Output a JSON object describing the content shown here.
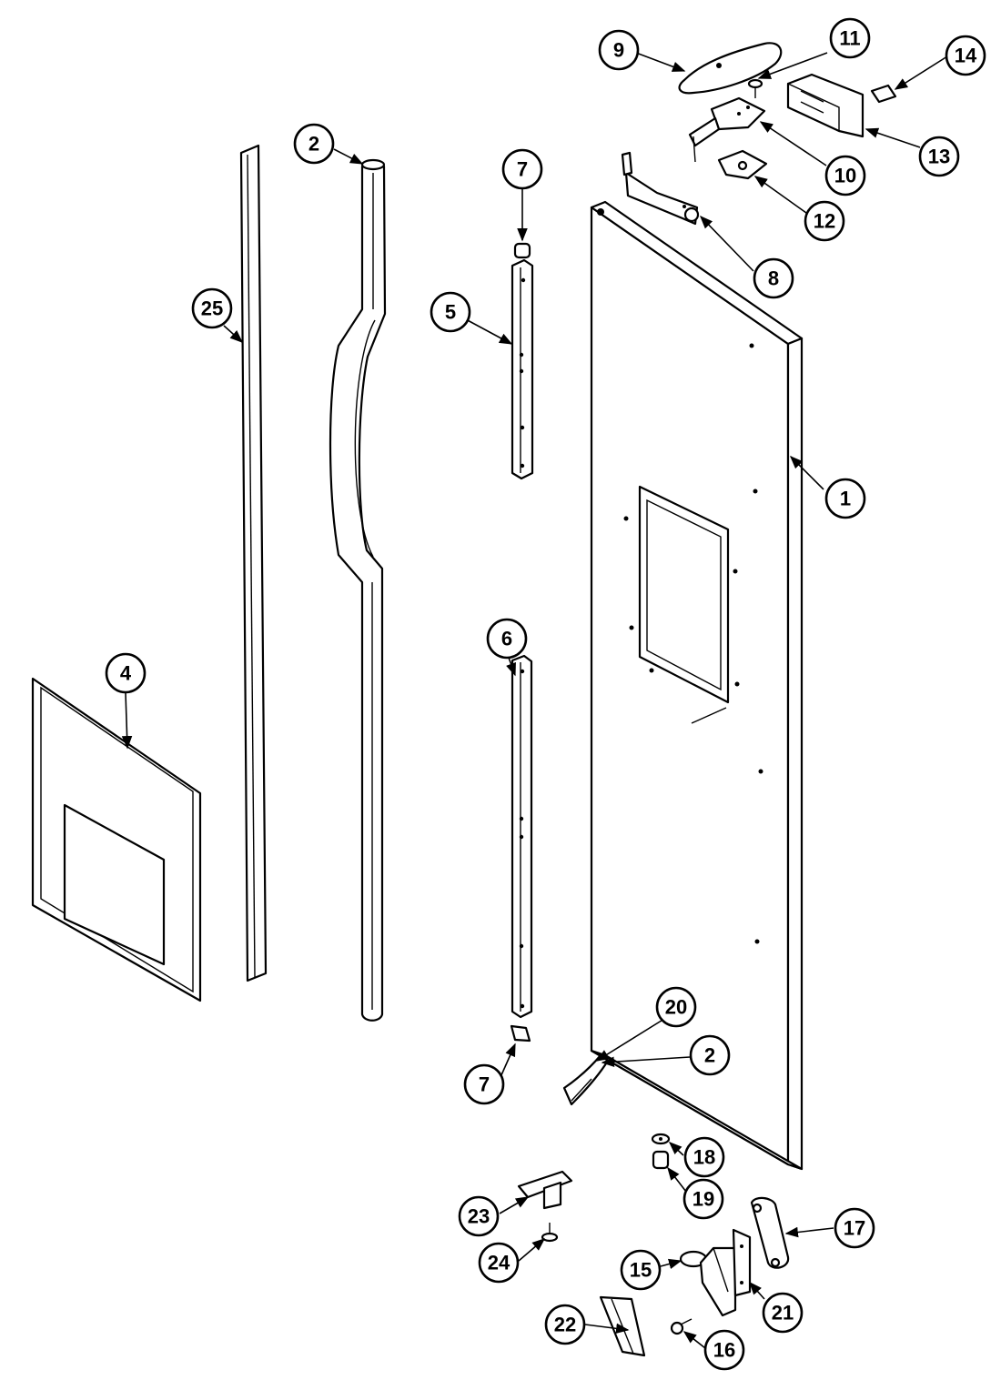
{
  "callouts": [
    {
      "id": "c1",
      "label": "1"
    },
    {
      "id": "c2a",
      "label": "2"
    },
    {
      "id": "c2b",
      "label": "2"
    },
    {
      "id": "c4",
      "label": "4"
    },
    {
      "id": "c5",
      "label": "5"
    },
    {
      "id": "c6",
      "label": "6"
    },
    {
      "id": "c7a",
      "label": "7"
    },
    {
      "id": "c7b",
      "label": "7"
    },
    {
      "id": "c8",
      "label": "8"
    },
    {
      "id": "c9",
      "label": "9"
    },
    {
      "id": "c10",
      "label": "10"
    },
    {
      "id": "c11",
      "label": "11"
    },
    {
      "id": "c12",
      "label": "12"
    },
    {
      "id": "c13",
      "label": "13"
    },
    {
      "id": "c14",
      "label": "14"
    },
    {
      "id": "c15",
      "label": "15"
    },
    {
      "id": "c16",
      "label": "16"
    },
    {
      "id": "c17",
      "label": "17"
    },
    {
      "id": "c18",
      "label": "18"
    },
    {
      "id": "c19",
      "label": "19"
    },
    {
      "id": "c20",
      "label": "20"
    },
    {
      "id": "c21",
      "label": "21"
    },
    {
      "id": "c22",
      "label": "22"
    },
    {
      "id": "c23",
      "label": "23"
    },
    {
      "id": "c24",
      "label": "24"
    },
    {
      "id": "c25",
      "label": "25"
    }
  ]
}
